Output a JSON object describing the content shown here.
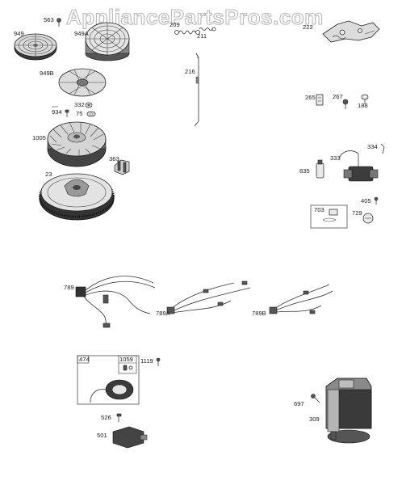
{
  "watermark": "AppliancePartsPros.com",
  "parts": {
    "p563": "563",
    "p949": "949",
    "p949A": "949A",
    "p949B": "949B",
    "p332": "332",
    "p934": "934",
    "p75": "75",
    "p1005": "1005",
    "p363": "363",
    "p23": "23",
    "p209": "209",
    "p211": "211",
    "p216": "216",
    "p222": "222",
    "p265": "265",
    "p267": "267",
    "p188": "188",
    "p334": "334",
    "p333": "333",
    "p835": "835",
    "p405": "405",
    "p703": "703",
    "p729": "729",
    "p789": "789",
    "p789A": "789A",
    "p789B": "789B",
    "p474": "474",
    "p1059": "1059",
    "p1119": "1119",
    "p526": "526",
    "p501": "501",
    "p697": "697",
    "p309": "309"
  }
}
